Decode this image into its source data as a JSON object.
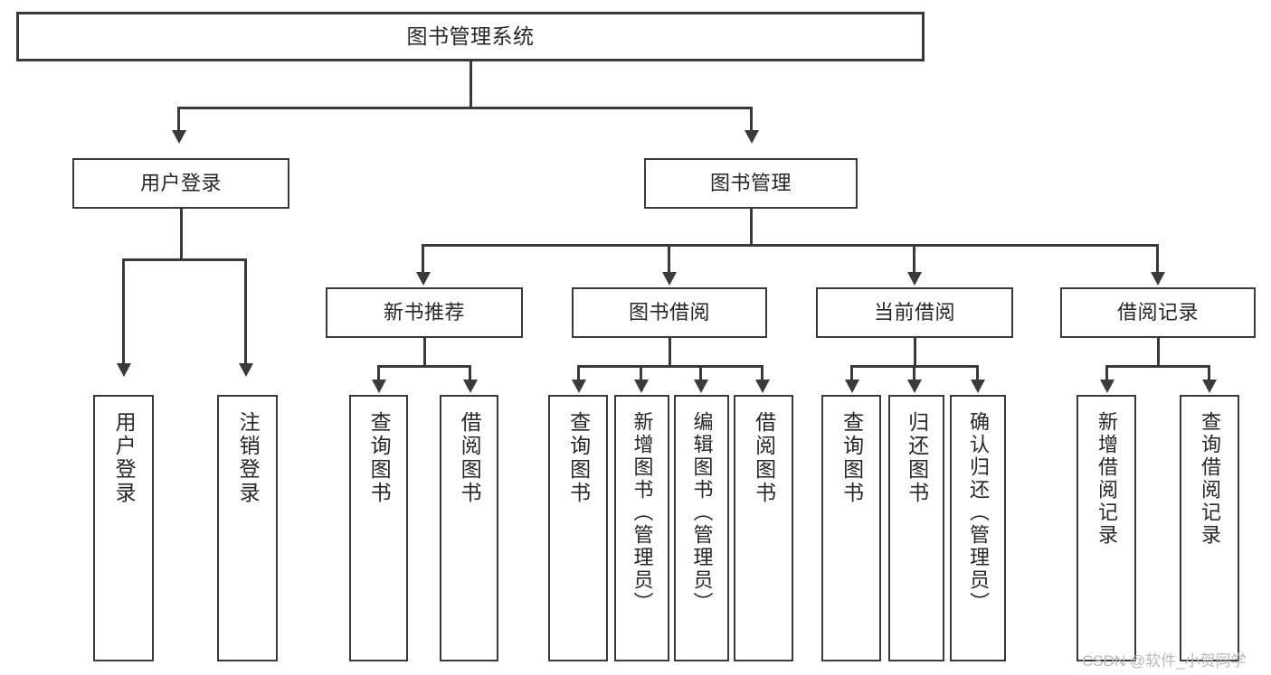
{
  "diagram": {
    "title": "图书管理系统",
    "watermark": "CSDN @软件_小贺同学",
    "colors": {
      "stroke": "#3a3a3a",
      "fill": "#ffffff",
      "text": "#262626",
      "watermark": "#b9b9b9"
    },
    "levels": {
      "root": {
        "label": "图书管理系统"
      },
      "level2": [
        {
          "label": "用户登录"
        },
        {
          "label": "图书管理"
        }
      ],
      "level3": [
        {
          "label": "新书推荐"
        },
        {
          "label": "图书借阅"
        },
        {
          "label": "当前借阅"
        },
        {
          "label": "借阅记录"
        }
      ],
      "leaves": {
        "user_login": [
          {
            "label": "用户登录"
          },
          {
            "label": "注销登录"
          }
        ],
        "new_book_recommend": [
          {
            "label": "查询图书"
          },
          {
            "label": "借阅图书"
          }
        ],
        "book_borrow": [
          {
            "label": "查询图书"
          },
          {
            "label": "新增图书（管理员）"
          },
          {
            "label": "编辑图书（管理员）"
          },
          {
            "label": "借阅图书"
          }
        ],
        "current_borrow": [
          {
            "label": "查询图书"
          },
          {
            "label": "归还图书"
          },
          {
            "label": "确认归还（管理员）"
          }
        ],
        "borrow_record": [
          {
            "label": "新增借阅记录"
          },
          {
            "label": "查询借阅记录"
          }
        ]
      }
    }
  }
}
